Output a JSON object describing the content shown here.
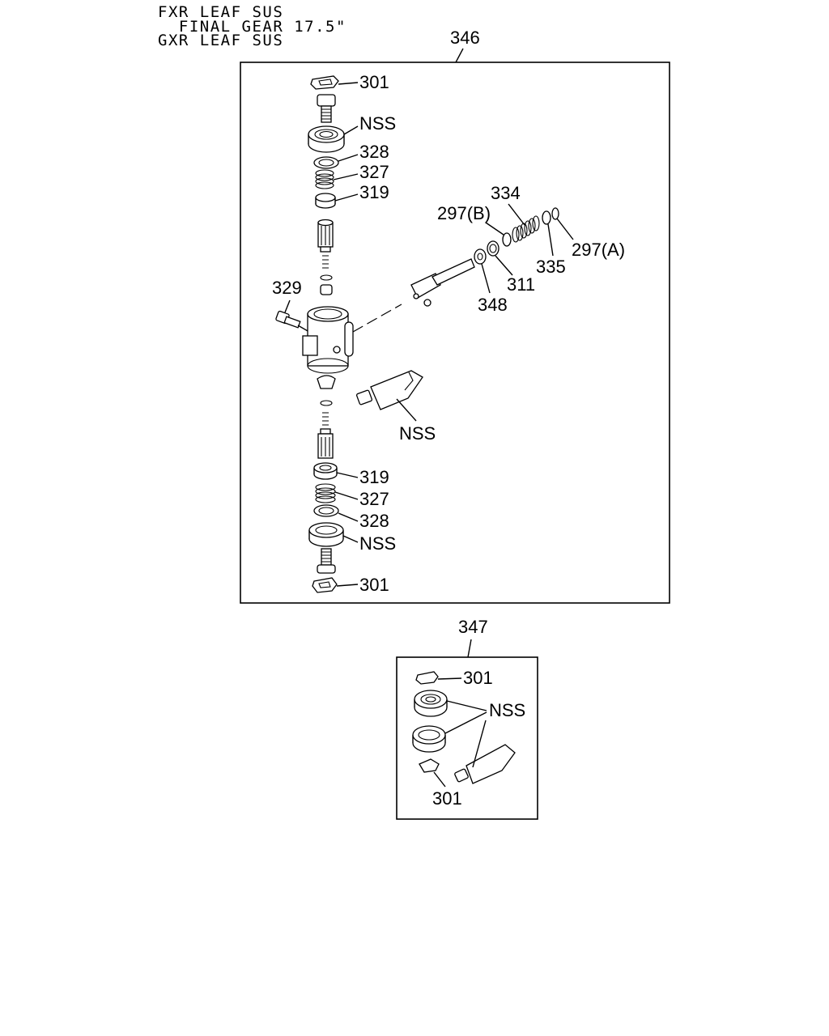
{
  "header": {
    "line1": "FXR LEAF SUS",
    "line2": "  FINAL GEAR 17.5\"",
    "line3": "GXR LEAF SUS"
  },
  "assembly_main": {
    "number": "346",
    "labels": {
      "top_301": "301",
      "top_nss": "NSS",
      "top_328": "328",
      "top_327": "327",
      "top_319": "319",
      "l334": "334",
      "l297b": "297(B)",
      "l297a": "297(A)",
      "l335": "335",
      "l311": "311",
      "l348": "348",
      "l329": "329",
      "tube_nss": "NSS",
      "bot_319": "319",
      "bot_327": "327",
      "bot_328": "328",
      "bot_nss": "NSS",
      "bot_301": "301"
    }
  },
  "assembly_kit": {
    "number": "347",
    "labels": {
      "top_301": "301",
      "nss": "NSS",
      "bot_301": "301"
    }
  }
}
